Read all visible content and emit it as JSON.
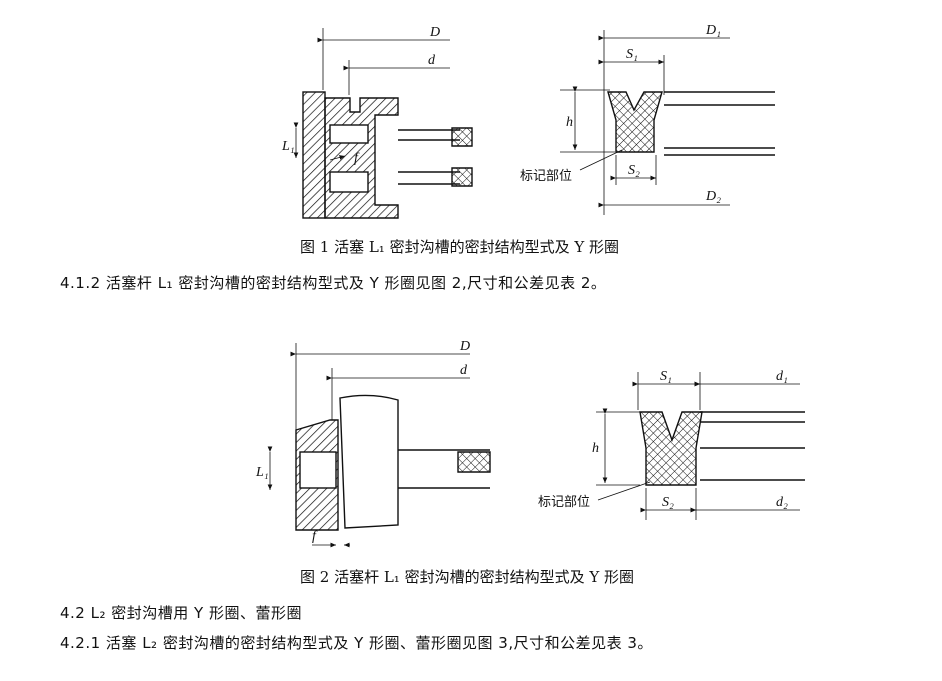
{
  "figure1": {
    "caption": "图 1   活塞 L₁ 密封沟槽的密封结构型式及 Y 形圈",
    "labels": {
      "D": "D",
      "d": "d",
      "L1": "L₁",
      "f": "f",
      "D1": "D₁",
      "S1": "S₁",
      "h": "h",
      "S2": "S₂",
      "D2": "D₂",
      "mark": "标记部位"
    }
  },
  "para_412": "4.1.2   活塞杆 L₁ 密封沟槽的密封结构型式及 Y 形圈见图 2,尺寸和公差见表 2。",
  "figure2": {
    "caption": "图 2   活塞杆 L₁ 密封沟槽的密封结构型式及 Y 形圈",
    "labels": {
      "D": "D",
      "d": "d",
      "L1": "L₁",
      "f": "f",
      "S1": "S₁",
      "d1": "d₁",
      "h": "h",
      "S2": "S₂",
      "d2": "d₂",
      "mark": "标记部位"
    }
  },
  "para_42": "4.2   L₂ 密封沟槽用 Y 形圈、蕾形圈",
  "para_421": "4.2.1   活塞 L₂ 密封沟槽的密封结构型式及 Y 形圈、蕾形圈见图 3,尺寸和公差见表 3。"
}
